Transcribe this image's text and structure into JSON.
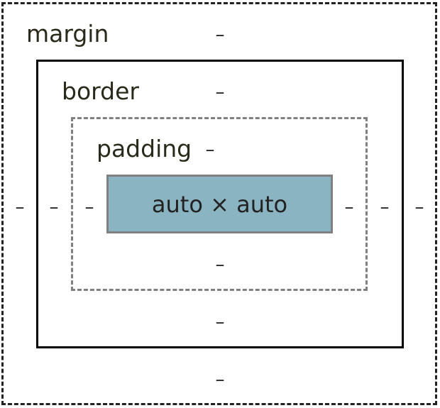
{
  "labels": {
    "margin": "margin",
    "border": "border",
    "padding": "padding",
    "content": "auto × auto"
  },
  "values": {
    "margin_top": "–",
    "margin_right": "–",
    "margin_bottom": "–",
    "margin_left": "–",
    "border_top": "–",
    "border_right": "–",
    "border_bottom": "–",
    "border_left": "–",
    "padding_top": "–",
    "padding_right": "–",
    "padding_bottom": "–",
    "padding_left": "–"
  },
  "colors": {
    "content_fill": "#8bb4c2",
    "padding_outline": "#808080",
    "border_outline": "#000000",
    "margin_outline": "#222222"
  }
}
